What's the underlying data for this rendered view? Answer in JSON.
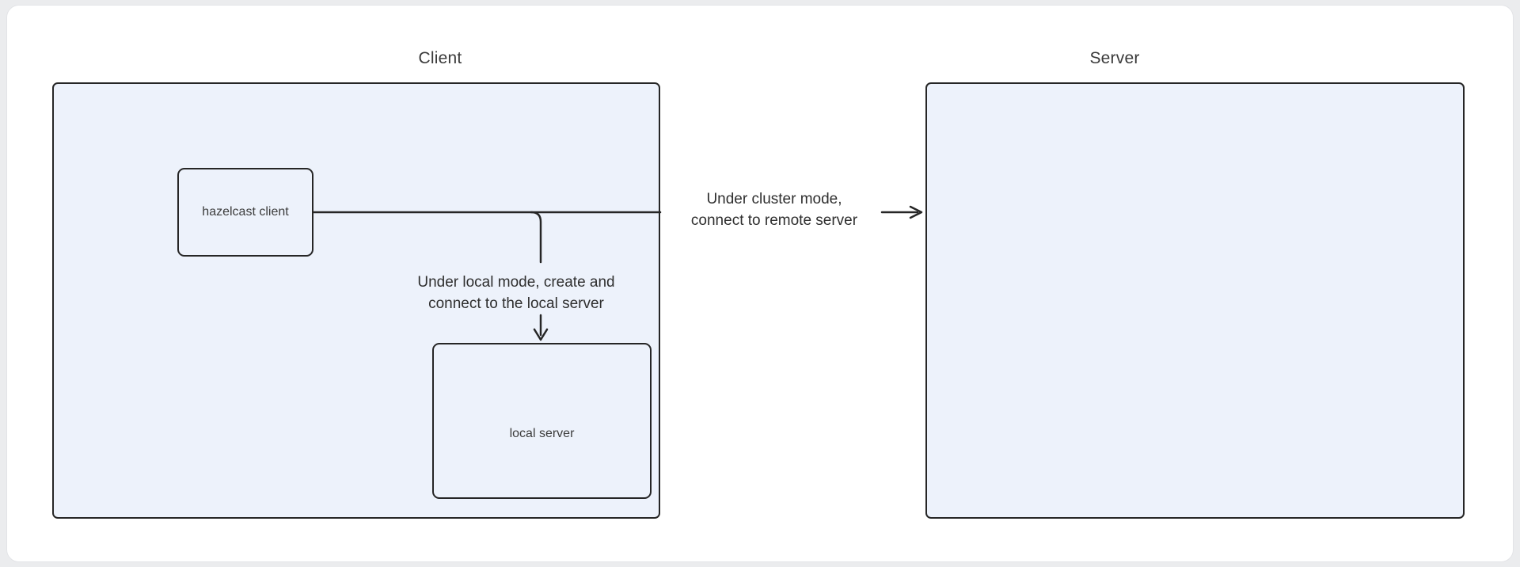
{
  "diagram": {
    "groups": [
      {
        "name": "client",
        "label": "Client"
      },
      {
        "name": "server",
        "label": "Server"
      }
    ],
    "nodes": [
      {
        "name": "hazelcast-client",
        "label": "hazelcast client"
      },
      {
        "name": "local-server",
        "label": "local server"
      }
    ],
    "edges": [
      {
        "name": "cluster-mode-edge",
        "from": "hazelcast client",
        "to": "Server",
        "label_line1": "Under cluster mode,",
        "label_line2": "connect to remote server"
      },
      {
        "name": "local-mode-edge",
        "from": "hazelcast client",
        "to": "local server",
        "label_line1": "Under local mode, create and",
        "label_line2": "connect to the local server"
      }
    ],
    "colors": {
      "node_fill": "#edf2fb",
      "node_border": "#262626",
      "line": "#262626",
      "text": "#2f2f2f",
      "card_bg": "#ffffff",
      "page_bg": "#ebecee"
    }
  }
}
